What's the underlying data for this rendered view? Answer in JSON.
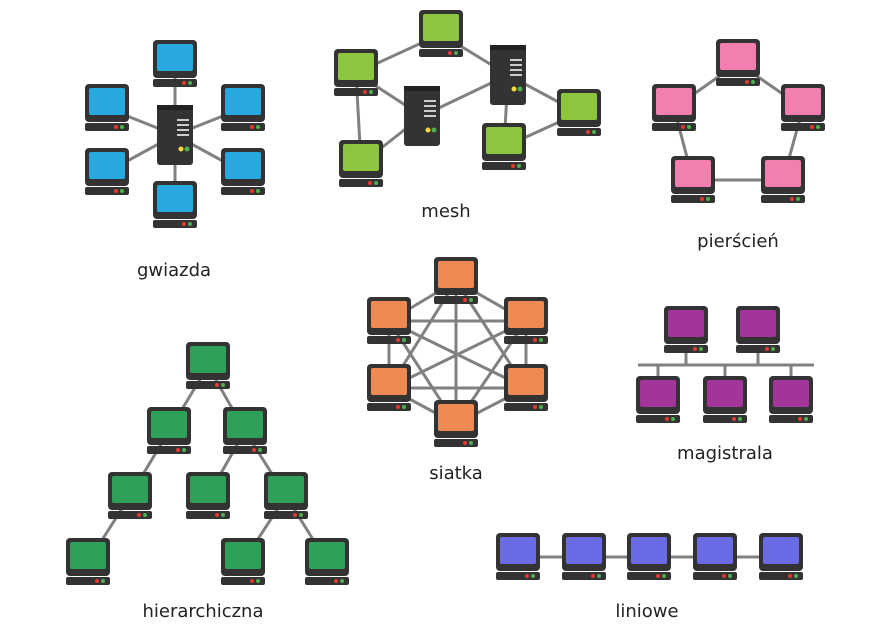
{
  "colors": {
    "device": "#333333",
    "wire": "#808080",
    "led_red": "#e53935",
    "led_green": "#4caf50",
    "led_yellow": "#fdd835"
  },
  "diagrams": [
    {
      "id": "gwiazda",
      "label": "gwiazda",
      "monitor_color": "#29a8e0",
      "topology": "star"
    },
    {
      "id": "mesh",
      "label": "mesh",
      "monitor_color": "#8cc63f",
      "topology": "mesh"
    },
    {
      "id": "pierscien",
      "label": "pierścień",
      "monitor_color": "#f27fb0",
      "topology": "ring"
    },
    {
      "id": "siatka",
      "label": "siatka",
      "monitor_color": "#ee8a52",
      "topology": "full-mesh"
    },
    {
      "id": "magistrala",
      "label": "magistrala",
      "monitor_color": "#a3359a",
      "topology": "bus"
    },
    {
      "id": "hierarchiczna",
      "label": "hierarchiczna",
      "monitor_color": "#2ea05a",
      "topology": "tree"
    },
    {
      "id": "liniowe",
      "label": "liniowe",
      "monitor_color": "#6b6be6",
      "topology": "line"
    }
  ]
}
